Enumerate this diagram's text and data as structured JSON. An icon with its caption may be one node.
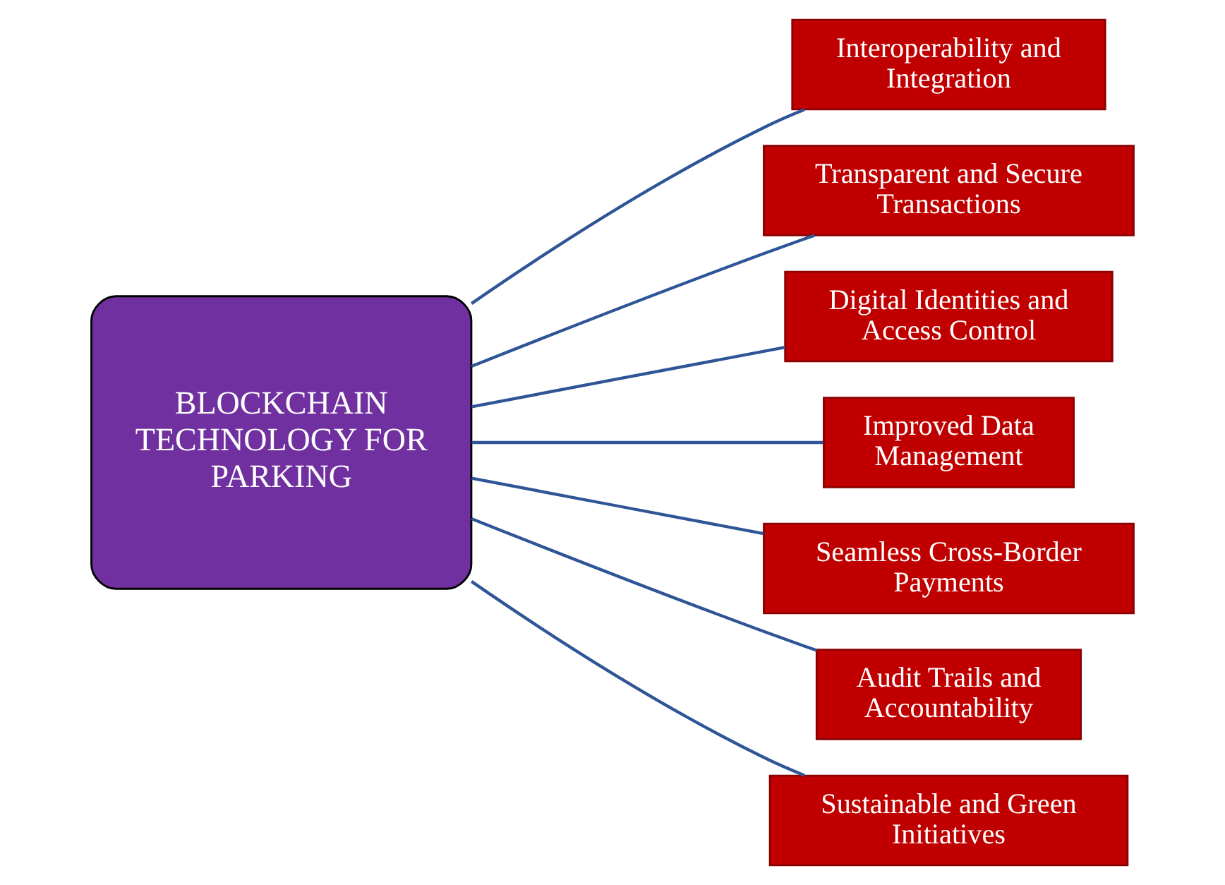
{
  "diagram": {
    "nodes": [
      {
        "text": [
          "BLOCKCHAIN TECHNOLOGY FOR PARKING"
        ]
      },
      {
        "text": [
          "Interoperability and Integration"
        ]
      },
      {
        "text": [
          "Transparent and Secure Transactions"
        ]
      },
      {
        "text": [
          "Digital Identities and Access Control"
        ]
      },
      {
        "text": [
          "Improved Data Management"
        ]
      },
      {
        "text": [
          "Seamless Cross-Border Payments"
        ]
      },
      {
        "text": [
          "Audit Trails and Accountability"
        ]
      },
      {
        "text": [
          "Sustainable and Green Initiatives"
        ]
      }
    ],
    "edges": [
      {
        "from": 0,
        "to": 1,
        "arrow": "none"
      },
      {
        "from": 0,
        "to": 2,
        "arrow": "none"
      },
      {
        "from": 0,
        "to": 3,
        "arrow": "none"
      },
      {
        "from": 0,
        "to": 4,
        "arrow": "none"
      },
      {
        "from": 0,
        "to": 5,
        "arrow": "none"
      },
      {
        "from": 0,
        "to": 6,
        "arrow": "none"
      },
      {
        "from": 0,
        "to": 7,
        "arrow": "none"
      }
    ]
  }
}
